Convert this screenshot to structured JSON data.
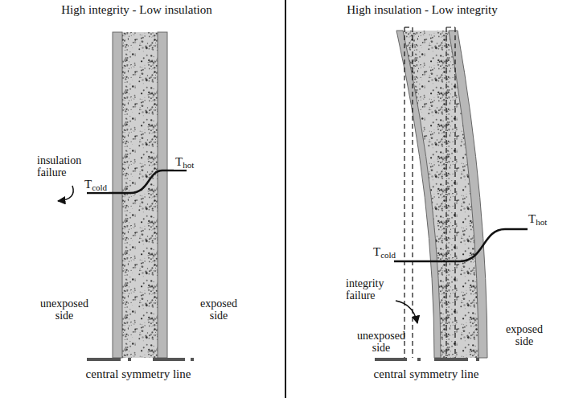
{
  "diagram": {
    "labels": [
      "High integrity - Low insulation",
      "insulation failure",
      "Tcold",
      "Thot",
      "unexposed side",
      "exposed side",
      "central symmetry line",
      "High insulation - Low integrity",
      "Thot",
      "Tcold",
      "integrity failure",
      "unexposed side",
      "exposed side",
      "central symmetry line"
    ]
  }
}
